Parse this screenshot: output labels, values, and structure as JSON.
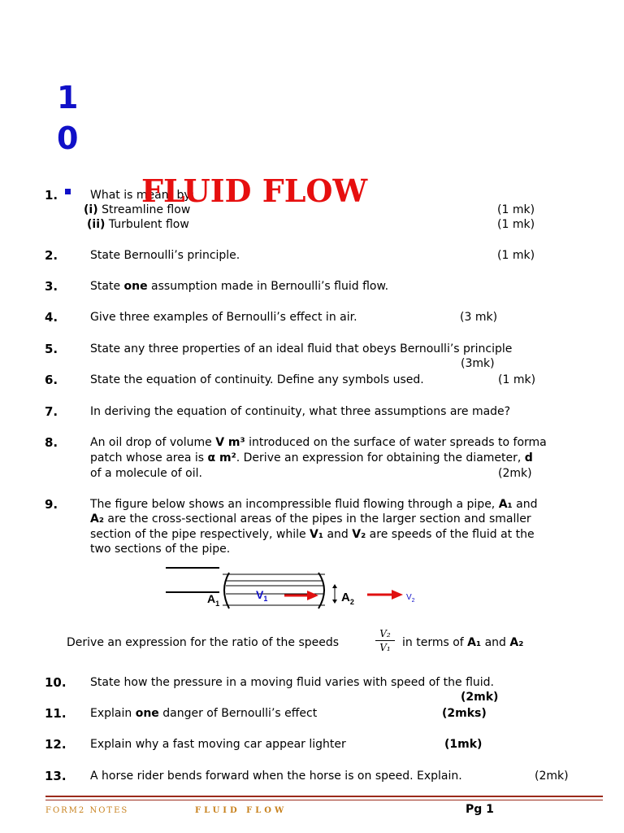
{
  "chapter": {
    "digit1": "1",
    "digit2": "0",
    "dot": "."
  },
  "title": "FLUID FLOW",
  "questions": [
    {
      "num": "1.",
      "intro": "What is meant by;",
      "parts": [
        {
          "label": "(i)",
          "text": "Streamline flow",
          "marks": "(1 mk)"
        },
        {
          "label": "(ii)",
          "text": "Turbulent flow",
          "marks": "(1 mk)"
        }
      ]
    },
    {
      "num": "2.",
      "text": "State Bernoulli’s principle.",
      "marks": "(1 mk)"
    },
    {
      "num": "3.",
      "pre": "State ",
      "bold": "one",
      "post": " assumption made in Bernoulli’s fluid flow."
    },
    {
      "num": "4.",
      "text": "Give three examples of Bernoulli’s effect in air.",
      "marks": "(3 mk)"
    },
    {
      "num": "5.",
      "text": "State any three properties of an ideal fluid that obeys Bernoulli’s principle",
      "marks": "(3mk)"
    },
    {
      "num": "6.",
      "text": "State the equation of continuity. Define any symbols used.",
      "marks": "(1 mk)"
    },
    {
      "num": "7.",
      "text": "In deriving the equation of continuity, what three assumptions are made?"
    },
    {
      "num": "8.",
      "l1a": "An oil drop of volume ",
      "l1b": "V m³",
      "l1c": " introduced on the surface of water spreads to forma",
      "l2a": "patch whose area is ",
      "l2b": "α m²",
      "l2c": ".  Derive an expression for obtaining the diameter, ",
      "l2d": "d",
      "l3": "of a molecule of oil.",
      "marks": "(2mk)"
    },
    {
      "num": "9.",
      "l1a": "The figure below shows an incompressible fluid flowing through a pipe, ",
      "l1b": "A₁",
      "l1c": " and",
      "l2a": "A₂",
      "l2b": " are the cross-sectional areas of the pipes in the larger section and smaller",
      "l3a": "section of the pipe respectively, while ",
      "l3b": "V₁",
      "l3c": " and ",
      "l3d": "V₂",
      "l3e": " are speeds of the fluid at the",
      "l4": "two sections of the pipe.",
      "derive_a": "Derive an expression for the ratio of the speeds",
      "frac_num": "V₂",
      "frac_den": "V₁",
      "derive_b": "in terms of ",
      "derive_c": "A₁",
      "derive_d": " and ",
      "derive_e": "A₂"
    },
    {
      "num": "10.",
      "text": "State how the pressure in a moving fluid varies with speed of the fluid.",
      "marks": "(2mk)"
    },
    {
      "num": "11.",
      "pre": "Explain ",
      "bold": "one",
      "post": " danger of Bernoulli’s effect",
      "marks": "(2mks)"
    },
    {
      "num": "12.",
      "text": "Explain why a fast moving car appear lighter",
      "marks": "(1mk)"
    },
    {
      "num": "13.",
      "text": "A horse rider bends forward when the horse is on speed.  Explain.",
      "marks": "(2mk)"
    }
  ],
  "figure": {
    "a1_label": "A",
    "a1_sub": "1",
    "v1_label": "V",
    "v1_sub": "1",
    "a2_label": "A",
    "a2_sub": "2",
    "v2_label": "V",
    "v2_sub": "2",
    "arrow_color": "#e01010",
    "label_color": "#1010c8"
  },
  "footer": {
    "left": "FORM2 NOTES",
    "mid": "FLUID FLOW",
    "page": "Pg 1"
  }
}
